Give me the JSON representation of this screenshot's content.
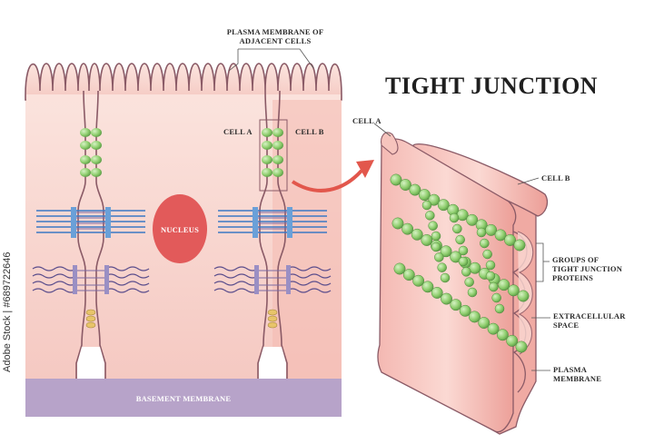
{
  "labels": {
    "plasma_membrane_adjacent": [
      "PLASMA MEMBRANE OF",
      "ADJACENT CELLS"
    ],
    "cell_a_left": "CELL A",
    "cell_b_left": "CELL B",
    "nucleus": "NUCLEUS",
    "basement_membrane": "BASEMENT MEMBRANE",
    "title": "TIGHT JUNCTION",
    "cell_a_right": "CELL A",
    "cell_b_right": "CELL B",
    "groups_tj_proteins": [
      "GROUPS OF",
      "TIGHT JUNCTION",
      "PROTEINS"
    ],
    "extracellular_space": [
      "EXTRACELLULAR",
      "SPACE"
    ],
    "plasma_membrane": [
      "PLASMA",
      "MEMBRANE"
    ],
    "watermark": "Adobe Stock | #689722646"
  },
  "colors": {
    "cell_fill": "#f7d2cc",
    "cell_outline": "#8a5a66",
    "membrane": "#e8a0a0",
    "nucleus": "#e25a5a",
    "basement": "#b7a3c9",
    "protein": "#8fce6e",
    "arrow": "#e2574c",
    "desmosome_blue": "#3b78c4",
    "desmosome_purple": "#6a5a9a"
  }
}
